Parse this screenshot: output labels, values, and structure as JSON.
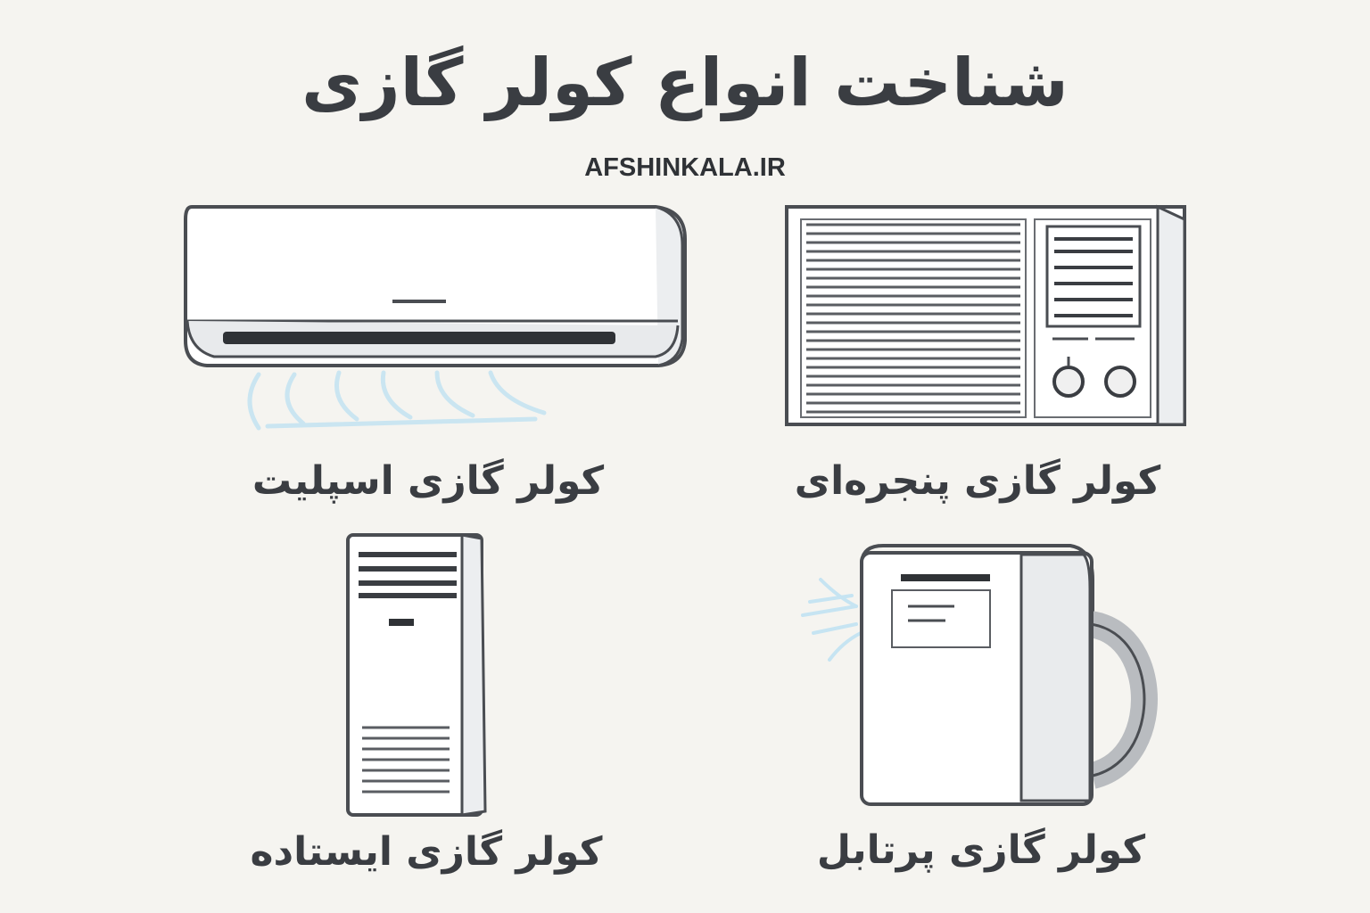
{
  "title": "شناخت انواع کولر گازی",
  "website": "AFSHINKALA.IR",
  "items": [
    {
      "label": "کولر گازی اسپلیت",
      "icon": "split-ac-icon"
    },
    {
      "label": "کولر گازی پنجره‌ای",
      "icon": "window-ac-icon"
    },
    {
      "label": "کولر گازی ایستاده",
      "icon": "floor-standing-ac-icon"
    },
    {
      "label": "کولر گازی پرتابل",
      "icon": "portable-ac-icon"
    }
  ],
  "colors": {
    "background": "#f5f4f0",
    "text": "#3a3d42",
    "airflow": "#bfe0f0"
  }
}
